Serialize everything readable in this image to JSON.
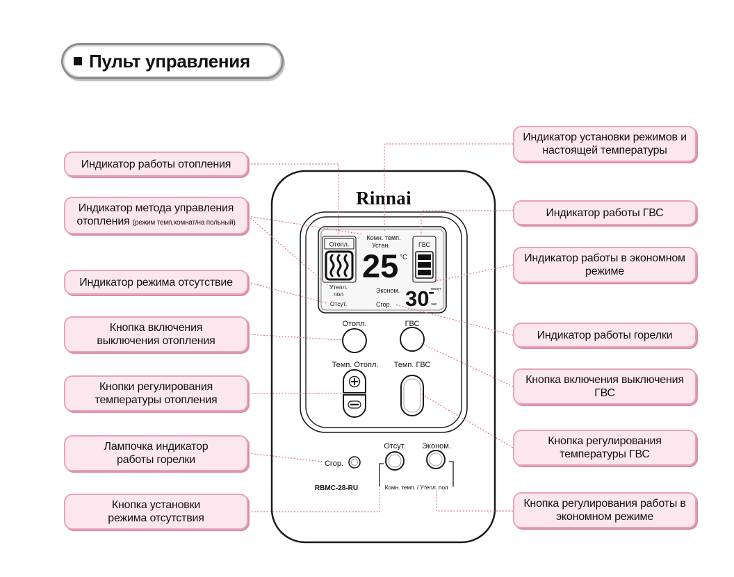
{
  "title": {
    "text": "Пульт управления"
  },
  "callouts_left": [
    {
      "lines": [
        "Индикатор работы отопления"
      ]
    },
    {
      "lines": [
        "Индикатор метода управления",
        "отопления"
      ],
      "note": "(режим темп.комнат/на польный)"
    },
    {
      "lines": [
        "Индикатор режима отсутствие"
      ]
    },
    {
      "lines": [
        "Кнопка включения",
        "выключения отопления"
      ]
    },
    {
      "lines": [
        "Кнопки регулирования",
        "температуры отопления"
      ]
    },
    {
      "lines": [
        "Лампочка индикатор",
        "работы горелки"
      ]
    },
    {
      "lines": [
        "Кнопка установки",
        "режима отсутствия"
      ]
    }
  ],
  "callouts_right": [
    {
      "lines": [
        "Индикатор установки режимов и",
        "настоящей температуры"
      ]
    },
    {
      "lines": [
        "Индикатор работы ГВС"
      ]
    },
    {
      "lines": [
        "Индикатор работы в экономном",
        "режиме"
      ]
    },
    {
      "lines": [
        "Индикатор работы горелки"
      ]
    },
    {
      "lines": [
        "Кнопка включения выключения",
        "ГВС"
      ]
    },
    {
      "lines": [
        "Кнопка регулирования",
        "температуры ГВС"
      ]
    },
    {
      "lines": [
        "Кнопка регулирования работы в",
        "экономном режиме"
      ]
    }
  ],
  "device": {
    "brand": "Rinnai",
    "model": "RBMC-28-RU",
    "display": {
      "heating_label": "Отопл.",
      "room_temp_label": "Комн. темп.",
      "set_label": "Устан.",
      "temperature": "25",
      "temperature_unit": "°C",
      "dhw_label": "ГВС",
      "floor_label_1": "Утепл.",
      "floor_label_2": "пол",
      "away_label": "Отсут.",
      "eco_label": "Эконом.",
      "burner_label": "Сгор.",
      "timer": "30",
      "timer_unit_minutes": "минут",
      "timer_unit_hours": "час"
    },
    "controls": {
      "heating_button_label": "Отопл.",
      "dhw_button_label": "ГВС",
      "heating_temp_label": "Темп. Отопл.",
      "dhw_temp_label": "Темп. ГВС",
      "burner_lamp_label": "Сгор.",
      "away_button_label": "Отсут.",
      "eco_button_label": "Эконом.",
      "mode_bracket_label": "Комн. темп. / Утепл. пол"
    }
  },
  "icons": {
    "title_bullet": "square-bullet-icon",
    "heating": "heat-waves-icon",
    "dhw": "hot-water-bars-icon",
    "temp_up": "plus-icon",
    "temp_down": "minus-icon"
  },
  "colors": {
    "callout_fill": "#fde7ee",
    "callout_border": "#e9a3b8",
    "callout_shadow": "#d98fa5",
    "connector": "#de6f8a",
    "device_stroke": "#1a1a1a"
  }
}
